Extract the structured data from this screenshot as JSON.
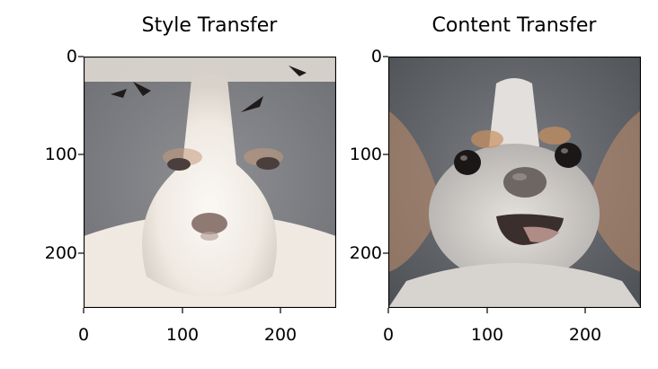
{
  "figure": {
    "panels": [
      {
        "title": "Style Transfer",
        "image": "dog-face-style-transfer",
        "x_ticks": [
          "0",
          "100",
          "200"
        ],
        "y_ticks": [
          "0",
          "100",
          "200"
        ],
        "x_range": [
          0,
          255
        ],
        "y_range": [
          0,
          255
        ]
      },
      {
        "title": "Content Transfer",
        "image": "dog-face-content-transfer",
        "x_ticks": [
          "0",
          "100",
          "200"
        ],
        "y_ticks": [
          "0",
          "100",
          "200"
        ],
        "x_range": [
          0,
          255
        ],
        "y_range": [
          0,
          255
        ]
      }
    ],
    "colors": {
      "style_fur_dark": "#6f7176",
      "style_fur_light": "#f3efea",
      "content_fur_dark": "#5d6066",
      "content_fur_light": "#dad6d2",
      "tan": "#b98a6a"
    }
  }
}
